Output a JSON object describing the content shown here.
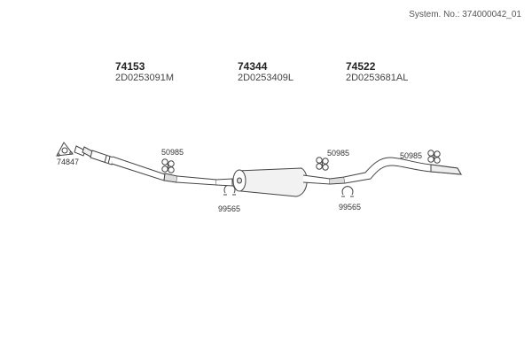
{
  "system": {
    "label": "System. No.:",
    "number": "374000042_01"
  },
  "groups": [
    {
      "number": "74153",
      "code": "2D0253091M"
    },
    {
      "number": "74344",
      "code": "2D0253409L"
    },
    {
      "number": "74522",
      "code": "2D0253681AL"
    }
  ],
  "part_labels": {
    "gasket": "74847",
    "hanger_front": "50985",
    "clamp_left": "99565",
    "hanger_mid": "50985",
    "clamp_right": "99565",
    "hanger_rear": "50985"
  }
}
